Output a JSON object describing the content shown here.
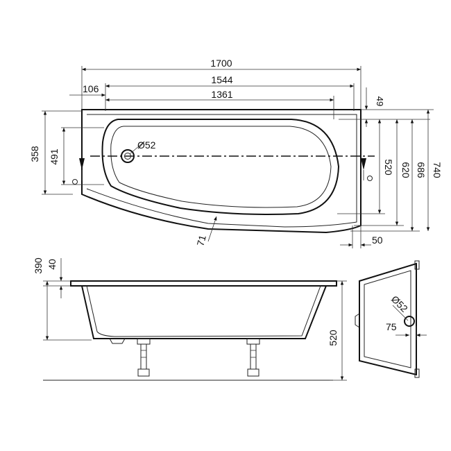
{
  "dimensions": {
    "top_overall_length": "1700",
    "top_inner_length": "1544",
    "top_basin_length": "1361",
    "top_left_offset": "106",
    "top_right_offset": "49",
    "left_height_outer": "358",
    "left_height_inner": "491",
    "right_width_520": "520",
    "right_width_620": "620",
    "right_width_686": "686",
    "right_width_740": "740",
    "waste_diameter_top": "Ø52",
    "angle_71": "71",
    "right_bottom_offset": "50",
    "side_height_390": "390",
    "side_rim_40": "40",
    "side_total_height_520": "520",
    "end_waste_diameter": "Ø52",
    "end_waste_offset": "75"
  }
}
